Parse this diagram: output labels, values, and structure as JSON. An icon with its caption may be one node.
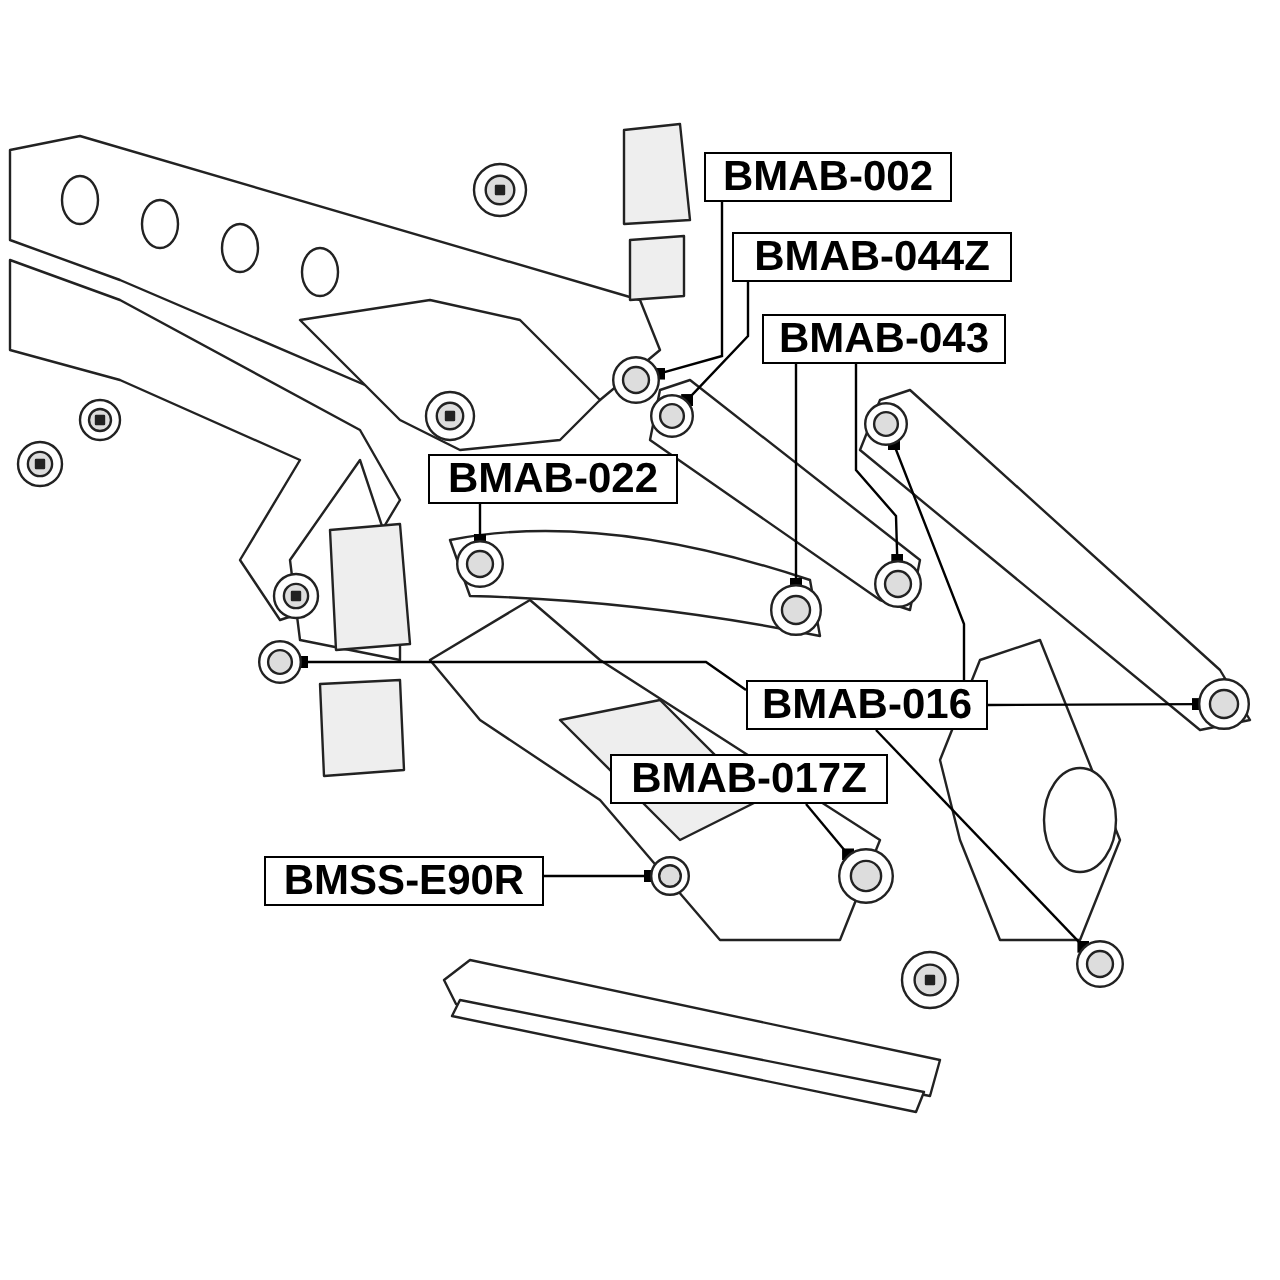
{
  "diagram": {
    "nodes": [
      {
        "text": [
          "BMAB-002"
        ]
      },
      {
        "text": [
          "BMAB-044Z"
        ]
      },
      {
        "text": [
          "BMAB-043"
        ]
      },
      {
        "text": [
          "BMAB-022"
        ]
      },
      {
        "text": [
          "BMAB-016"
        ]
      },
      {
        "text": [
          "BMAB-017Z"
        ]
      },
      {
        "text": [
          "BMSS-E90R"
        ]
      },
      {
        "text": [],
        "shape": "circle"
      },
      {
        "text": [],
        "shape": "circle"
      },
      {
        "text": [],
        "shape": "circle"
      },
      {
        "text": [],
        "shape": "circle"
      },
      {
        "text": [],
        "shape": "circle"
      },
      {
        "text": [],
        "shape": "circle"
      },
      {
        "text": [],
        "shape": "circle"
      },
      {
        "text": [],
        "shape": "circle"
      },
      {
        "text": [],
        "shape": "circle"
      },
      {
        "text": [],
        "shape": "circle"
      },
      {
        "text": [],
        "shape": "circle"
      }
    ],
    "edges": [
      {
        "from": 0,
        "to": 9,
        "arrow": "other"
      },
      {
        "from": 1,
        "to": 10,
        "arrow": "other"
      },
      {
        "from": 2,
        "to": 12,
        "arrow": "other"
      },
      {
        "from": 2,
        "to": 15,
        "arrow": "other"
      },
      {
        "from": 4,
        "to": 14,
        "arrow": "other"
      },
      {
        "from": 4,
        "to": 17,
        "arrow": "other"
      },
      {
        "from": 4,
        "to": 7,
        "arrow": "other"
      },
      {
        "from": 4,
        "to": 16,
        "arrow": "other"
      },
      {
        "from": 3,
        "to": 8,
        "arrow": "other"
      },
      {
        "from": 5,
        "to": 13,
        "arrow": "other"
      },
      {
        "from": 6,
        "to": 11,
        "arrow": "other"
      }
    ]
  }
}
